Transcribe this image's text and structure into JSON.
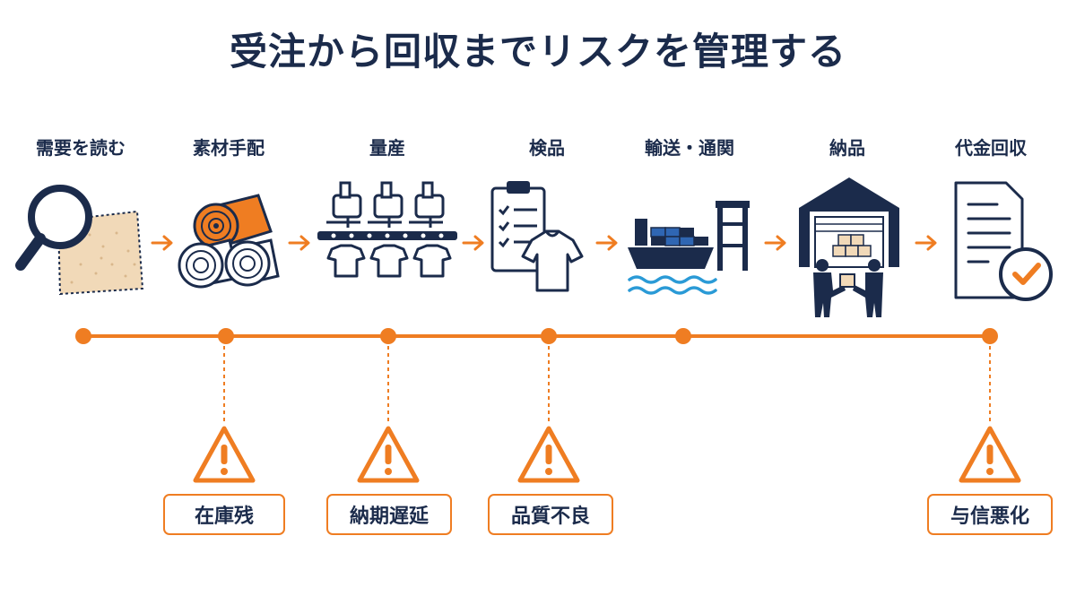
{
  "title": "受注から回収までリスクを管理する",
  "steps": [
    {
      "label": "需要を読む",
      "icon": "magnifier-fabric-icon"
    },
    {
      "label": "素材手配",
      "icon": "fabric-rolls-icon"
    },
    {
      "label": "量産",
      "icon": "sewing-line-icon"
    },
    {
      "label": "検品",
      "icon": "checklist-shirt-icon"
    },
    {
      "label": "輸送・通関",
      "icon": "cargo-ship-icon"
    },
    {
      "label": "納品",
      "icon": "warehouse-handover-icon"
    },
    {
      "label": "代金回収",
      "icon": "invoice-check-icon"
    }
  ],
  "risks": [
    {
      "label": "在庫残",
      "step": "素材手配"
    },
    {
      "label": "納期遅延",
      "step": "量産"
    },
    {
      "label": "品質不良",
      "step": "検品"
    },
    {
      "label": "与信悪化",
      "step": "代金回収"
    }
  ],
  "colors": {
    "navy": "#1b2b4b",
    "accent": "#ef7d22",
    "blue": "#2f66b3",
    "cream": "#f1d9b8",
    "wave": "#2a9ad6"
  }
}
